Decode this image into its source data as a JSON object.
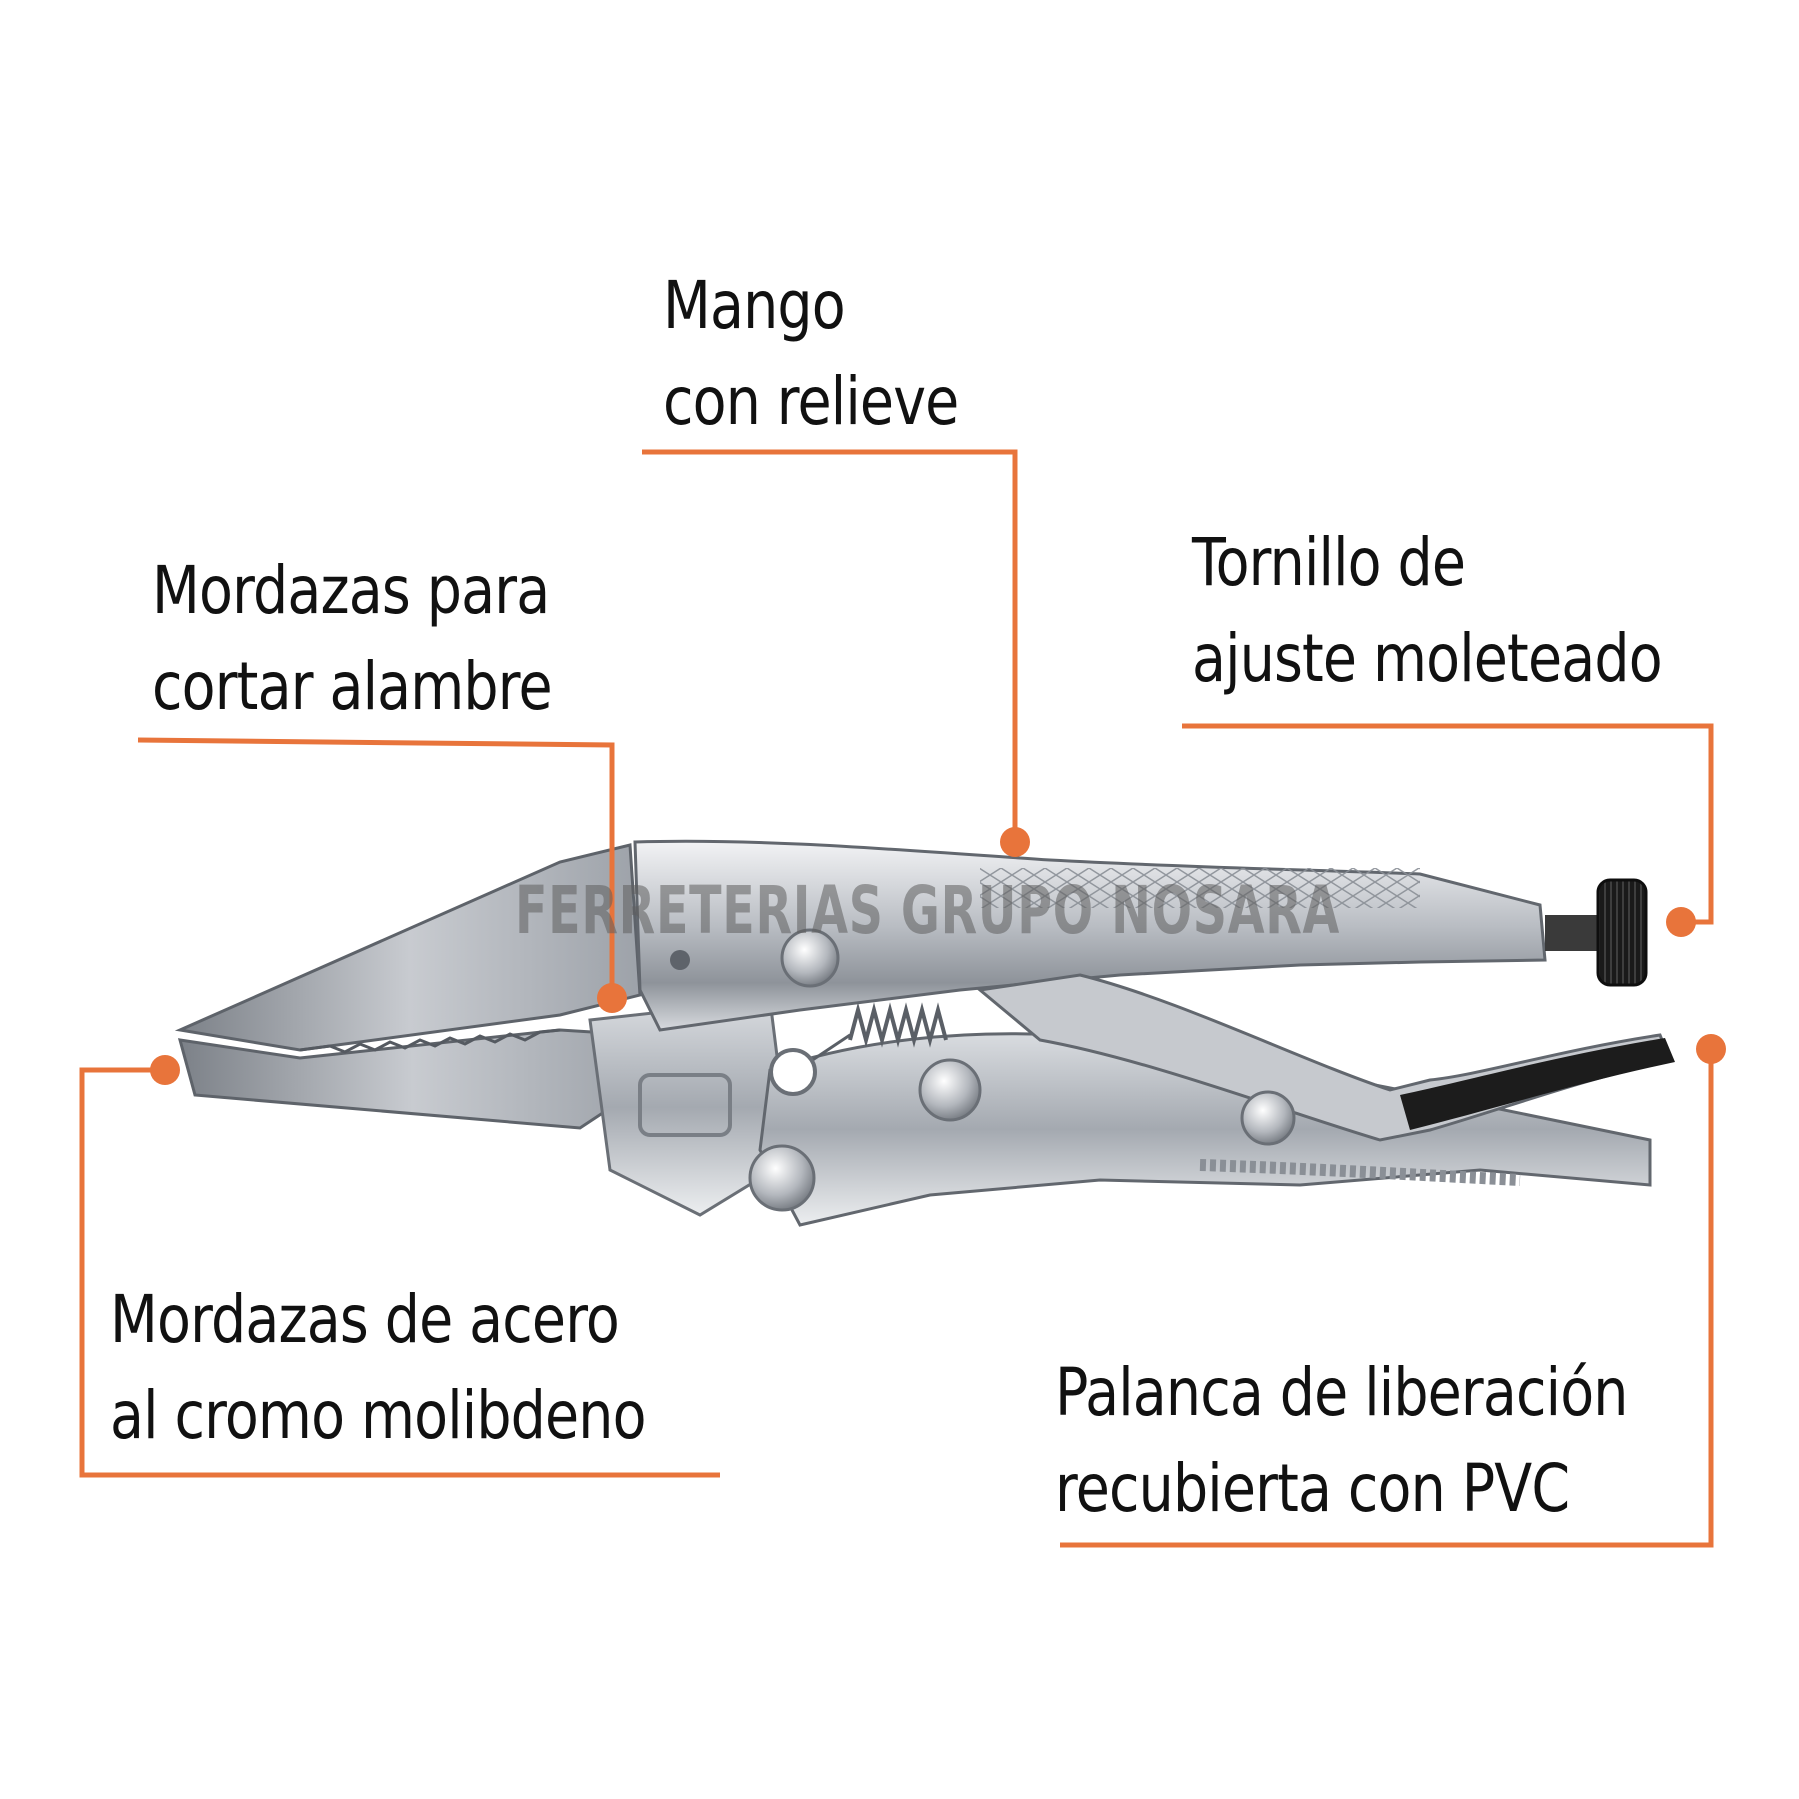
{
  "callouts": {
    "mango": {
      "line1": "Mango",
      "line2": "con relieve"
    },
    "mordazas_cortar": {
      "line1": "Mordazas para",
      "line2": "cortar alambre"
    },
    "tornillo": {
      "line1": "Tornillo de",
      "line2": "ajuste moleteado"
    },
    "mordazas_acero": {
      "line1": "Mordazas de acero",
      "line2": "al cromo molibdeno"
    },
    "palanca": {
      "line1": "Palanca de liberación",
      "line2": "recubierta con PVC"
    }
  },
  "watermark": "FERRETERIAS GRUPO NOSARA",
  "colors": {
    "accent": "#e8743b",
    "text": "#111111",
    "steel": "#b8bcc2"
  },
  "icons": [
    "locking-pliers-icon"
  ]
}
